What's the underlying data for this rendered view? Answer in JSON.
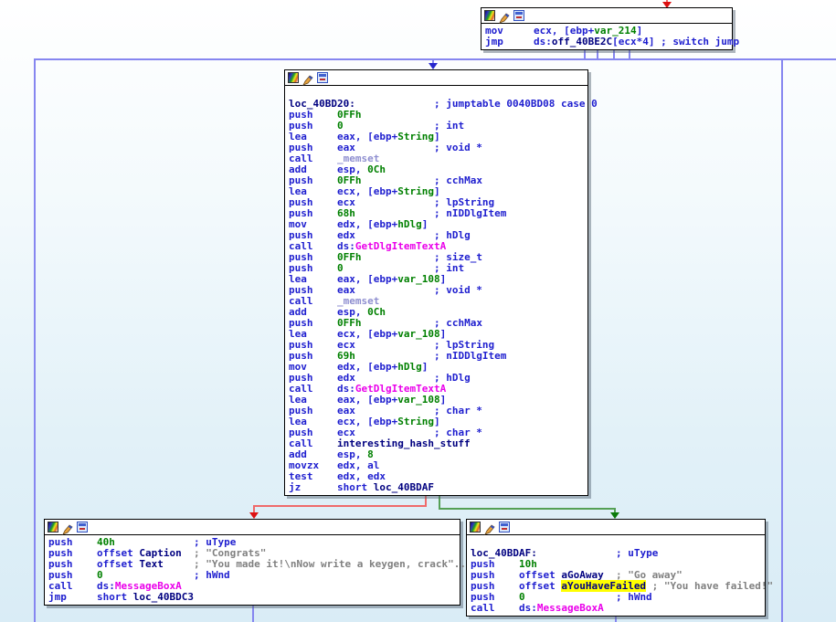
{
  "colors": {
    "edge_default": "#8686f0",
    "edge_true": "#55a055",
    "edge_false": "#ef6a6a",
    "arrow_blue": "#2626cc",
    "arrow_red": "#dd1111",
    "arrow_green": "#0a7a0a",
    "highlight": "#ffff00",
    "background_top": "#ffffff",
    "background_bottom": "#d9ecf6",
    "mnemonic": "#1e1ecf",
    "number": "#008000",
    "label": "#000080",
    "library_func": "#8f8fd0",
    "api_func": "#ea00ea",
    "string_comment": "#808080"
  },
  "titlebar_icons": [
    "node-color",
    "edit-node",
    "text-view"
  ],
  "blocks": [
    {
      "name": "switch-jump-block",
      "lines": [
        [
          {
            "c": "ins",
            "t": "mov     ecx, [ebp+"
          },
          {
            "c": "var",
            "t": "var_214"
          },
          {
            "c": "ins",
            "t": "]"
          }
        ],
        [
          {
            "c": "ins",
            "t": "jmp     ds:"
          },
          {
            "c": "lbl",
            "t": "off_40BE2C"
          },
          {
            "c": "ins",
            "t": "[ecx*4] "
          },
          {
            "c": "cmt",
            "t": "; switch jump"
          }
        ]
      ]
    },
    {
      "name": "case0-block",
      "lines": [
        [],
        [
          {
            "c": "lbl",
            "t": "loc_40BD20:"
          },
          {
            "c": "cmt",
            "t": "             ; jumptable 0040BD08 case 0"
          }
        ],
        [
          {
            "c": "ins",
            "t": "push    "
          },
          {
            "c": "num",
            "t": "0FFh"
          }
        ],
        [
          {
            "c": "ins",
            "t": "push    "
          },
          {
            "c": "num",
            "t": "0"
          },
          {
            "c": "cmt",
            "t": "               ; int"
          }
        ],
        [
          {
            "c": "ins",
            "t": "lea     eax, [ebp+"
          },
          {
            "c": "var",
            "t": "String"
          },
          {
            "c": "ins",
            "t": "]"
          }
        ],
        [
          {
            "c": "ins",
            "t": "push    eax"
          },
          {
            "c": "cmt",
            "t": "             ; void *"
          }
        ],
        [
          {
            "c": "ins",
            "t": "call    "
          },
          {
            "c": "lib",
            "t": "_memset"
          }
        ],
        [
          {
            "c": "ins",
            "t": "add     esp, "
          },
          {
            "c": "num",
            "t": "0Ch"
          }
        ],
        [
          {
            "c": "ins",
            "t": "push    "
          },
          {
            "c": "num",
            "t": "0FFh"
          },
          {
            "c": "cmt",
            "t": "            ; cchMax"
          }
        ],
        [
          {
            "c": "ins",
            "t": "lea     ecx, [ebp+"
          },
          {
            "c": "var",
            "t": "String"
          },
          {
            "c": "ins",
            "t": "]"
          }
        ],
        [
          {
            "c": "ins",
            "t": "push    ecx"
          },
          {
            "c": "cmt",
            "t": "             ; lpString"
          }
        ],
        [
          {
            "c": "ins",
            "t": "push    "
          },
          {
            "c": "num",
            "t": "68h"
          },
          {
            "c": "cmt",
            "t": "             ; nIDDlgItem"
          }
        ],
        [
          {
            "c": "ins",
            "t": "mov     edx, [ebp+"
          },
          {
            "c": "var",
            "t": "hDlg"
          },
          {
            "c": "ins",
            "t": "]"
          }
        ],
        [
          {
            "c": "ins",
            "t": "push    edx"
          },
          {
            "c": "cmt",
            "t": "             ; hDlg"
          }
        ],
        [
          {
            "c": "ins",
            "t": "call    ds:"
          },
          {
            "c": "api",
            "t": "GetDlgItemTextA"
          }
        ],
        [
          {
            "c": "ins",
            "t": "push    "
          },
          {
            "c": "num",
            "t": "0FFh"
          },
          {
            "c": "cmt",
            "t": "            ; size_t"
          }
        ],
        [
          {
            "c": "ins",
            "t": "push    "
          },
          {
            "c": "num",
            "t": "0"
          },
          {
            "c": "cmt",
            "t": "               ; int"
          }
        ],
        [
          {
            "c": "ins",
            "t": "lea     eax, [ebp+"
          },
          {
            "c": "var",
            "t": "var_108"
          },
          {
            "c": "ins",
            "t": "]"
          }
        ],
        [
          {
            "c": "ins",
            "t": "push    eax"
          },
          {
            "c": "cmt",
            "t": "             ; void *"
          }
        ],
        [
          {
            "c": "ins",
            "t": "call    "
          },
          {
            "c": "lib",
            "t": "_memset"
          }
        ],
        [
          {
            "c": "ins",
            "t": "add     esp, "
          },
          {
            "c": "num",
            "t": "0Ch"
          }
        ],
        [
          {
            "c": "ins",
            "t": "push    "
          },
          {
            "c": "num",
            "t": "0FFh"
          },
          {
            "c": "cmt",
            "t": "            ; cchMax"
          }
        ],
        [
          {
            "c": "ins",
            "t": "lea     ecx, [ebp+"
          },
          {
            "c": "var",
            "t": "var_108"
          },
          {
            "c": "ins",
            "t": "]"
          }
        ],
        [
          {
            "c": "ins",
            "t": "push    ecx"
          },
          {
            "c": "cmt",
            "t": "             ; lpString"
          }
        ],
        [
          {
            "c": "ins",
            "t": "push    "
          },
          {
            "c": "num",
            "t": "69h"
          },
          {
            "c": "cmt",
            "t": "             ; nIDDlgItem"
          }
        ],
        [
          {
            "c": "ins",
            "t": "mov     edx, [ebp+"
          },
          {
            "c": "var",
            "t": "hDlg"
          },
          {
            "c": "ins",
            "t": "]"
          }
        ],
        [
          {
            "c": "ins",
            "t": "push    edx"
          },
          {
            "c": "cmt",
            "t": "             ; hDlg"
          }
        ],
        [
          {
            "c": "ins",
            "t": "call    ds:"
          },
          {
            "c": "api",
            "t": "GetDlgItemTextA"
          }
        ],
        [
          {
            "c": "ins",
            "t": "lea     eax, [ebp+"
          },
          {
            "c": "var",
            "t": "var_108"
          },
          {
            "c": "ins",
            "t": "]"
          }
        ],
        [
          {
            "c": "ins",
            "t": "push    eax"
          },
          {
            "c": "cmt",
            "t": "             ; char *"
          }
        ],
        [
          {
            "c": "ins",
            "t": "lea     ecx, [ebp+"
          },
          {
            "c": "var",
            "t": "String"
          },
          {
            "c": "ins",
            "t": "]"
          }
        ],
        [
          {
            "c": "ins",
            "t": "push    ecx"
          },
          {
            "c": "cmt",
            "t": "             ; char *"
          }
        ],
        [
          {
            "c": "ins",
            "t": "call    "
          },
          {
            "c": "lbl",
            "t": "interesting_hash_stuff"
          }
        ],
        [
          {
            "c": "ins",
            "t": "add     esp, "
          },
          {
            "c": "num",
            "t": "8"
          }
        ],
        [
          {
            "c": "ins",
            "t": "movzx   edx, al"
          }
        ],
        [
          {
            "c": "ins",
            "t": "test    edx, edx"
          }
        ],
        [
          {
            "c": "ins",
            "t": "jz      short "
          },
          {
            "c": "lbl",
            "t": "loc_40BDAF"
          }
        ]
      ]
    },
    {
      "name": "congrats-block",
      "lines": [
        [
          {
            "c": "ins",
            "t": "push    "
          },
          {
            "c": "num",
            "t": "40h"
          },
          {
            "c": "cmt",
            "t": "             ; uType"
          }
        ],
        [
          {
            "c": "ins",
            "t": "push    offset "
          },
          {
            "c": "lbl",
            "t": "Caption"
          },
          {
            "c": "gray",
            "t": "  ; \"Congrats\""
          }
        ],
        [
          {
            "c": "ins",
            "t": "push    offset "
          },
          {
            "c": "lbl",
            "t": "Text"
          },
          {
            "c": "gray",
            "t": "     ; \"You made it!\\nNow write a keygen, crack\"..."
          }
        ],
        [
          {
            "c": "ins",
            "t": "push    "
          },
          {
            "c": "num",
            "t": "0"
          },
          {
            "c": "cmt",
            "t": "               ; hWnd"
          }
        ],
        [
          {
            "c": "ins",
            "t": "call    ds:"
          },
          {
            "c": "api",
            "t": "MessageBoxA"
          }
        ],
        [
          {
            "c": "ins",
            "t": "jmp     short "
          },
          {
            "c": "lbl",
            "t": "loc_40BDC3"
          }
        ]
      ]
    },
    {
      "name": "failed-block",
      "lines": [
        [],
        [
          {
            "c": "lbl",
            "t": "loc_40BDAF:"
          },
          {
            "c": "cmt",
            "t": "             ; uType"
          }
        ],
        [
          {
            "c": "ins",
            "t": "push    "
          },
          {
            "c": "num",
            "t": "10h"
          }
        ],
        [
          {
            "c": "ins",
            "t": "push    offset "
          },
          {
            "c": "lbl",
            "t": "aGoAway"
          },
          {
            "c": "gray",
            "t": "  ; \"Go away\""
          }
        ],
        [
          {
            "c": "ins",
            "t": "push    offset "
          },
          {
            "c": "hl",
            "t": "aYouHaveFailed"
          },
          {
            "c": "gray",
            "t": " ; \"You have failed!\""
          }
        ],
        [
          {
            "c": "ins",
            "t": "push    "
          },
          {
            "c": "num",
            "t": "0"
          },
          {
            "c": "cmt",
            "t": "               ; hWnd"
          }
        ],
        [
          {
            "c": "ins",
            "t": "call    ds:"
          },
          {
            "c": "api",
            "t": "MessageBoxA"
          }
        ]
      ]
    }
  ]
}
